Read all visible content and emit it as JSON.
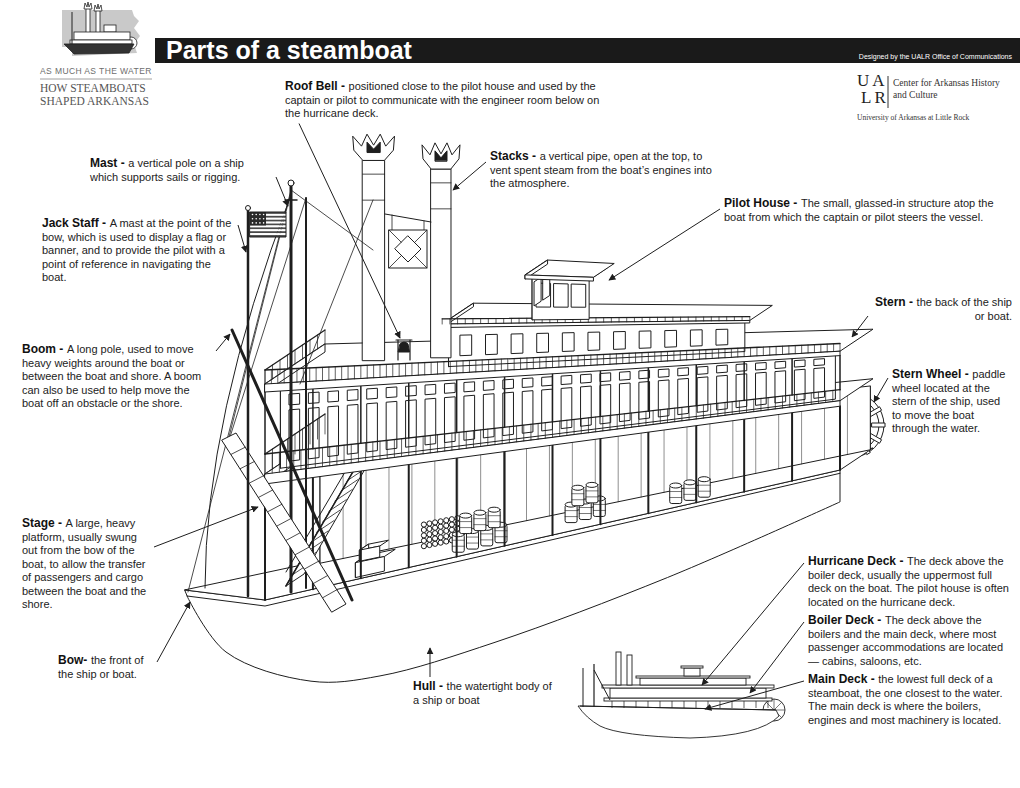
{
  "diagram": {
    "title": "Parts of a steamboat",
    "labels": [
      "AS MUCH AS THE WATER",
      "HOW STEAMBOATS SHAPED ARKANSAS",
      "Designed by the UALR Office of Communications",
      "UA",
      "LR",
      "Center for Arkansas History and Culture",
      "University of Arkansas at Little Rock",
      "Roof Bell -",
      "positioned close to the pilot house and used by the captain or pilot to communicate with the engineer room below on the hurricane deck.",
      "Mast -",
      "a vertical pole on a ship which supports sails or rigging.",
      "Stacks -",
      "a vertical pipe, open at the top, to vent spent steam from the boat’s engines into the atmosphere.",
      "Pilot House -",
      "The small, glassed-in structure atop the boat from which the captain or pilot steers the vessel.",
      "Jack Staff -",
      "A mast at the point of the bow, which is used to display a flag or banner, and to provide the pilot with a point of reference in navigating the boat.",
      "Stern -",
      "the back of the ship or boat.",
      "Boom -",
      "A long pole, used to move heavy weights around the boat or between the boat and shore. A boom can also be used to help move the boat off an obstacle or the shore.",
      "Stern Wheel -",
      "paddle wheel located at the stern of the ship, used to move the boat through the water.",
      "Stage -",
      "A large, heavy platform, usually swung out from the bow of the boat, to allow the transfer of passengers and cargo between the boat and the shore.",
      "Bow-",
      "the front of the ship or boat.",
      "Hull -",
      "the watertight body of a ship or boat",
      "Hurricane Deck -",
      "The deck above the boiler deck, usually the uppermost full deck on the boat. The pilot house is often located on the hurricane deck.",
      "Boiler Deck -",
      "The deck above the boilers and the main deck, where most passenger accommodations are located — cabins, saloons, etc.",
      "Main Deck -",
      "the lowest full deck of a steamboat, the one closest to the water. The main deck is where the boilers, engines and most machinery is located."
    ]
  }
}
